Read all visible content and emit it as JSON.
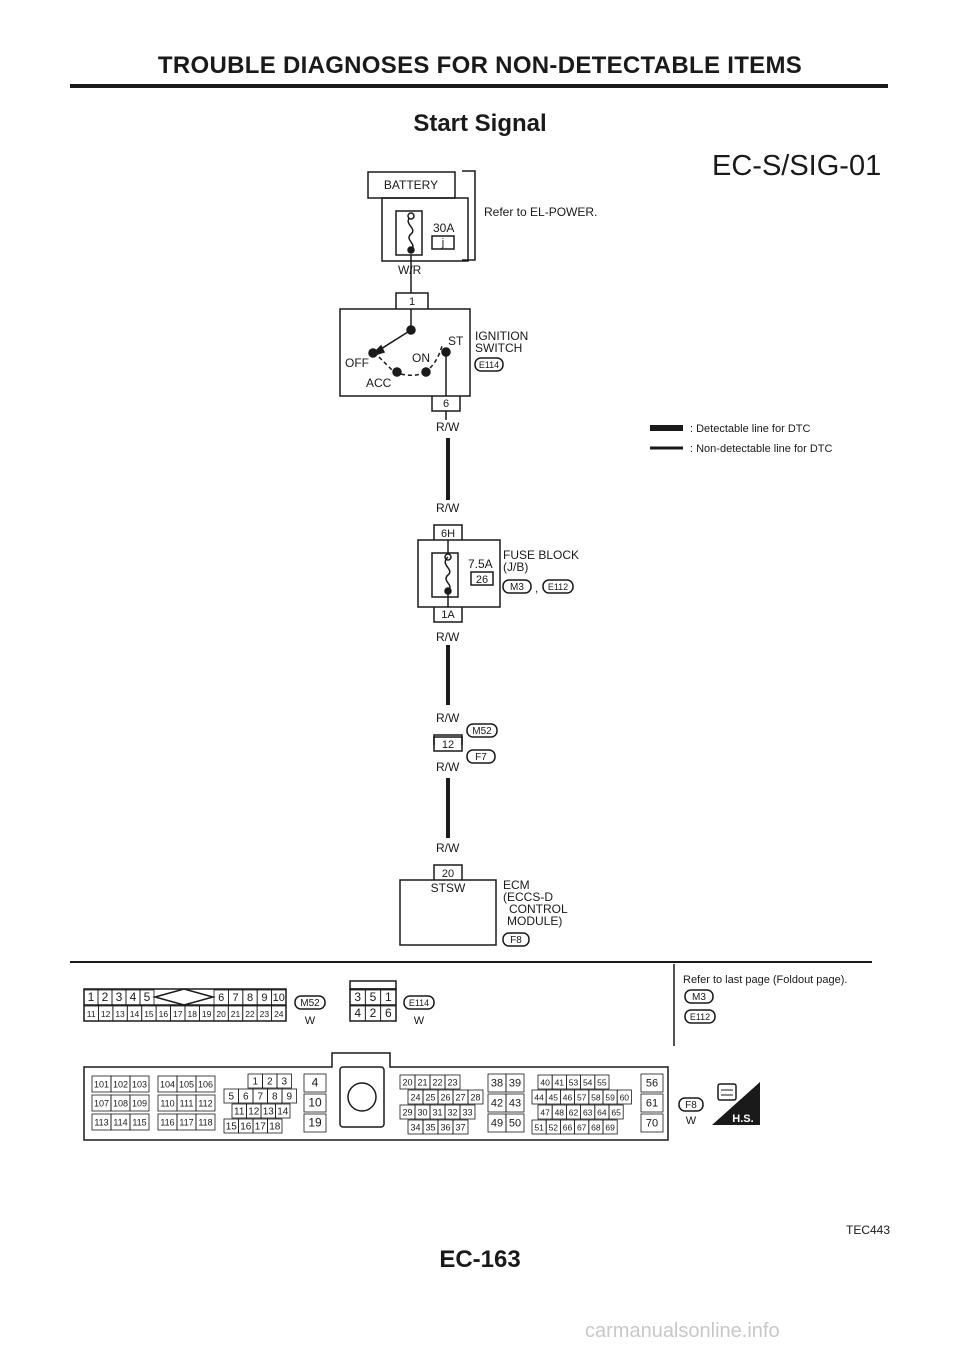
{
  "header": {
    "title": "TROUBLE DIAGNOSES FOR NON-DETECTABLE ITEMS"
  },
  "diagram": {
    "title": "Start Signal",
    "code": "EC-S/SIG-01",
    "battery": {
      "label": "BATTERY",
      "fuse": "30A",
      "fuse_id": "j",
      "note": "Refer to EL-POWER."
    },
    "ignition": {
      "pin_top": "1",
      "pin_bottom": "6",
      "name_1": "IGNITION",
      "name_2": "SWITCH",
      "positions": {
        "off": "OFF",
        "acc": "ACC",
        "on": "ON",
        "st": "ST"
      },
      "connector": "E114"
    },
    "fuse_block": {
      "pin_top": "6H",
      "pin_bottom": "1A",
      "fuse": "7.5A",
      "fuse_no": "26",
      "name_1": "FUSE BLOCK",
      "name_2": "(J/B)",
      "conn_1": "M3",
      "comma": ",",
      "conn_2": "E112"
    },
    "joint": {
      "pin": "12",
      "conn_top": "M52",
      "conn_bottom": "F7"
    },
    "ecm": {
      "pin": "20",
      "terminal": "STSW",
      "name_1": "ECM",
      "name_2": "(ECCS-D",
      "name_3": "CONTROL",
      "name_4": "MODULE)",
      "connector": "F8"
    },
    "wires": {
      "wr": "W/R",
      "rw": "R/W"
    },
    "legend": {
      "detectable": ": Detectable line for DTC",
      "non_detectable": ": Non-detectable line for DTC"
    }
  },
  "connectors": {
    "m52": {
      "label": "M52",
      "color": "W",
      "top_left": [
        "1",
        "2",
        "3",
        "4",
        "5"
      ],
      "top_right": [
        "6",
        "7",
        "8",
        "9",
        "10"
      ],
      "bottom": [
        "11",
        "12",
        "13",
        "14",
        "15",
        "16",
        "17",
        "18",
        "19",
        "20",
        "21",
        "22",
        "23",
        "24"
      ]
    },
    "e114": {
      "label": "E114",
      "color": "W",
      "top": [
        "3",
        "5",
        "1"
      ],
      "bottom": [
        "4",
        "2",
        "6"
      ]
    },
    "foldout": {
      "note": "Refer to last page (Foldout page).",
      "m3": "M3",
      "e112": "E112"
    },
    "f8": {
      "label": "F8",
      "color": "W",
      "hs": "H.S.",
      "block_a": [
        [
          "101",
          "102",
          "103"
        ],
        [
          "107",
          "108",
          "109"
        ],
        [
          "113",
          "114",
          "115"
        ]
      ],
      "block_b": [
        [
          "104",
          "105",
          "106"
        ],
        [
          "110",
          "111",
          "112"
        ],
        [
          "116",
          "117",
          "118"
        ]
      ],
      "block_c": [
        [
          "1",
          "2",
          "3"
        ],
        [
          "5",
          "6",
          "7",
          "8",
          "9"
        ],
        [
          "11",
          "12",
          "13",
          "14"
        ],
        [
          "15",
          "16",
          "17",
          "18"
        ]
      ],
      "block_d": [
        "4",
        "10",
        "19"
      ],
      "block_e": [
        [
          "20",
          "21",
          "22",
          "23"
        ],
        [
          "24",
          "25",
          "26",
          "27",
          "28"
        ],
        [
          "29",
          "30",
          "31",
          "32",
          "33"
        ],
        [
          "34",
          "35",
          "36",
          "37"
        ]
      ],
      "block_f": [
        [
          "38",
          "39"
        ],
        [
          "42",
          "43"
        ],
        [
          "49",
          "50"
        ]
      ],
      "block_g": [
        [
          "40",
          "41",
          "53",
          "54",
          "55"
        ],
        [
          "44",
          "45",
          "46",
          "57",
          "58",
          "59",
          "60"
        ],
        [
          "47",
          "48",
          "62",
          "63",
          "64",
          "65"
        ],
        [
          "51",
          "52",
          "66",
          "67",
          "68",
          "69"
        ]
      ],
      "block_h": [
        "56",
        "61",
        "70"
      ]
    }
  },
  "figure_code": "TEC443",
  "page_number": "EC-163",
  "watermark": "carmanualsonline.info"
}
